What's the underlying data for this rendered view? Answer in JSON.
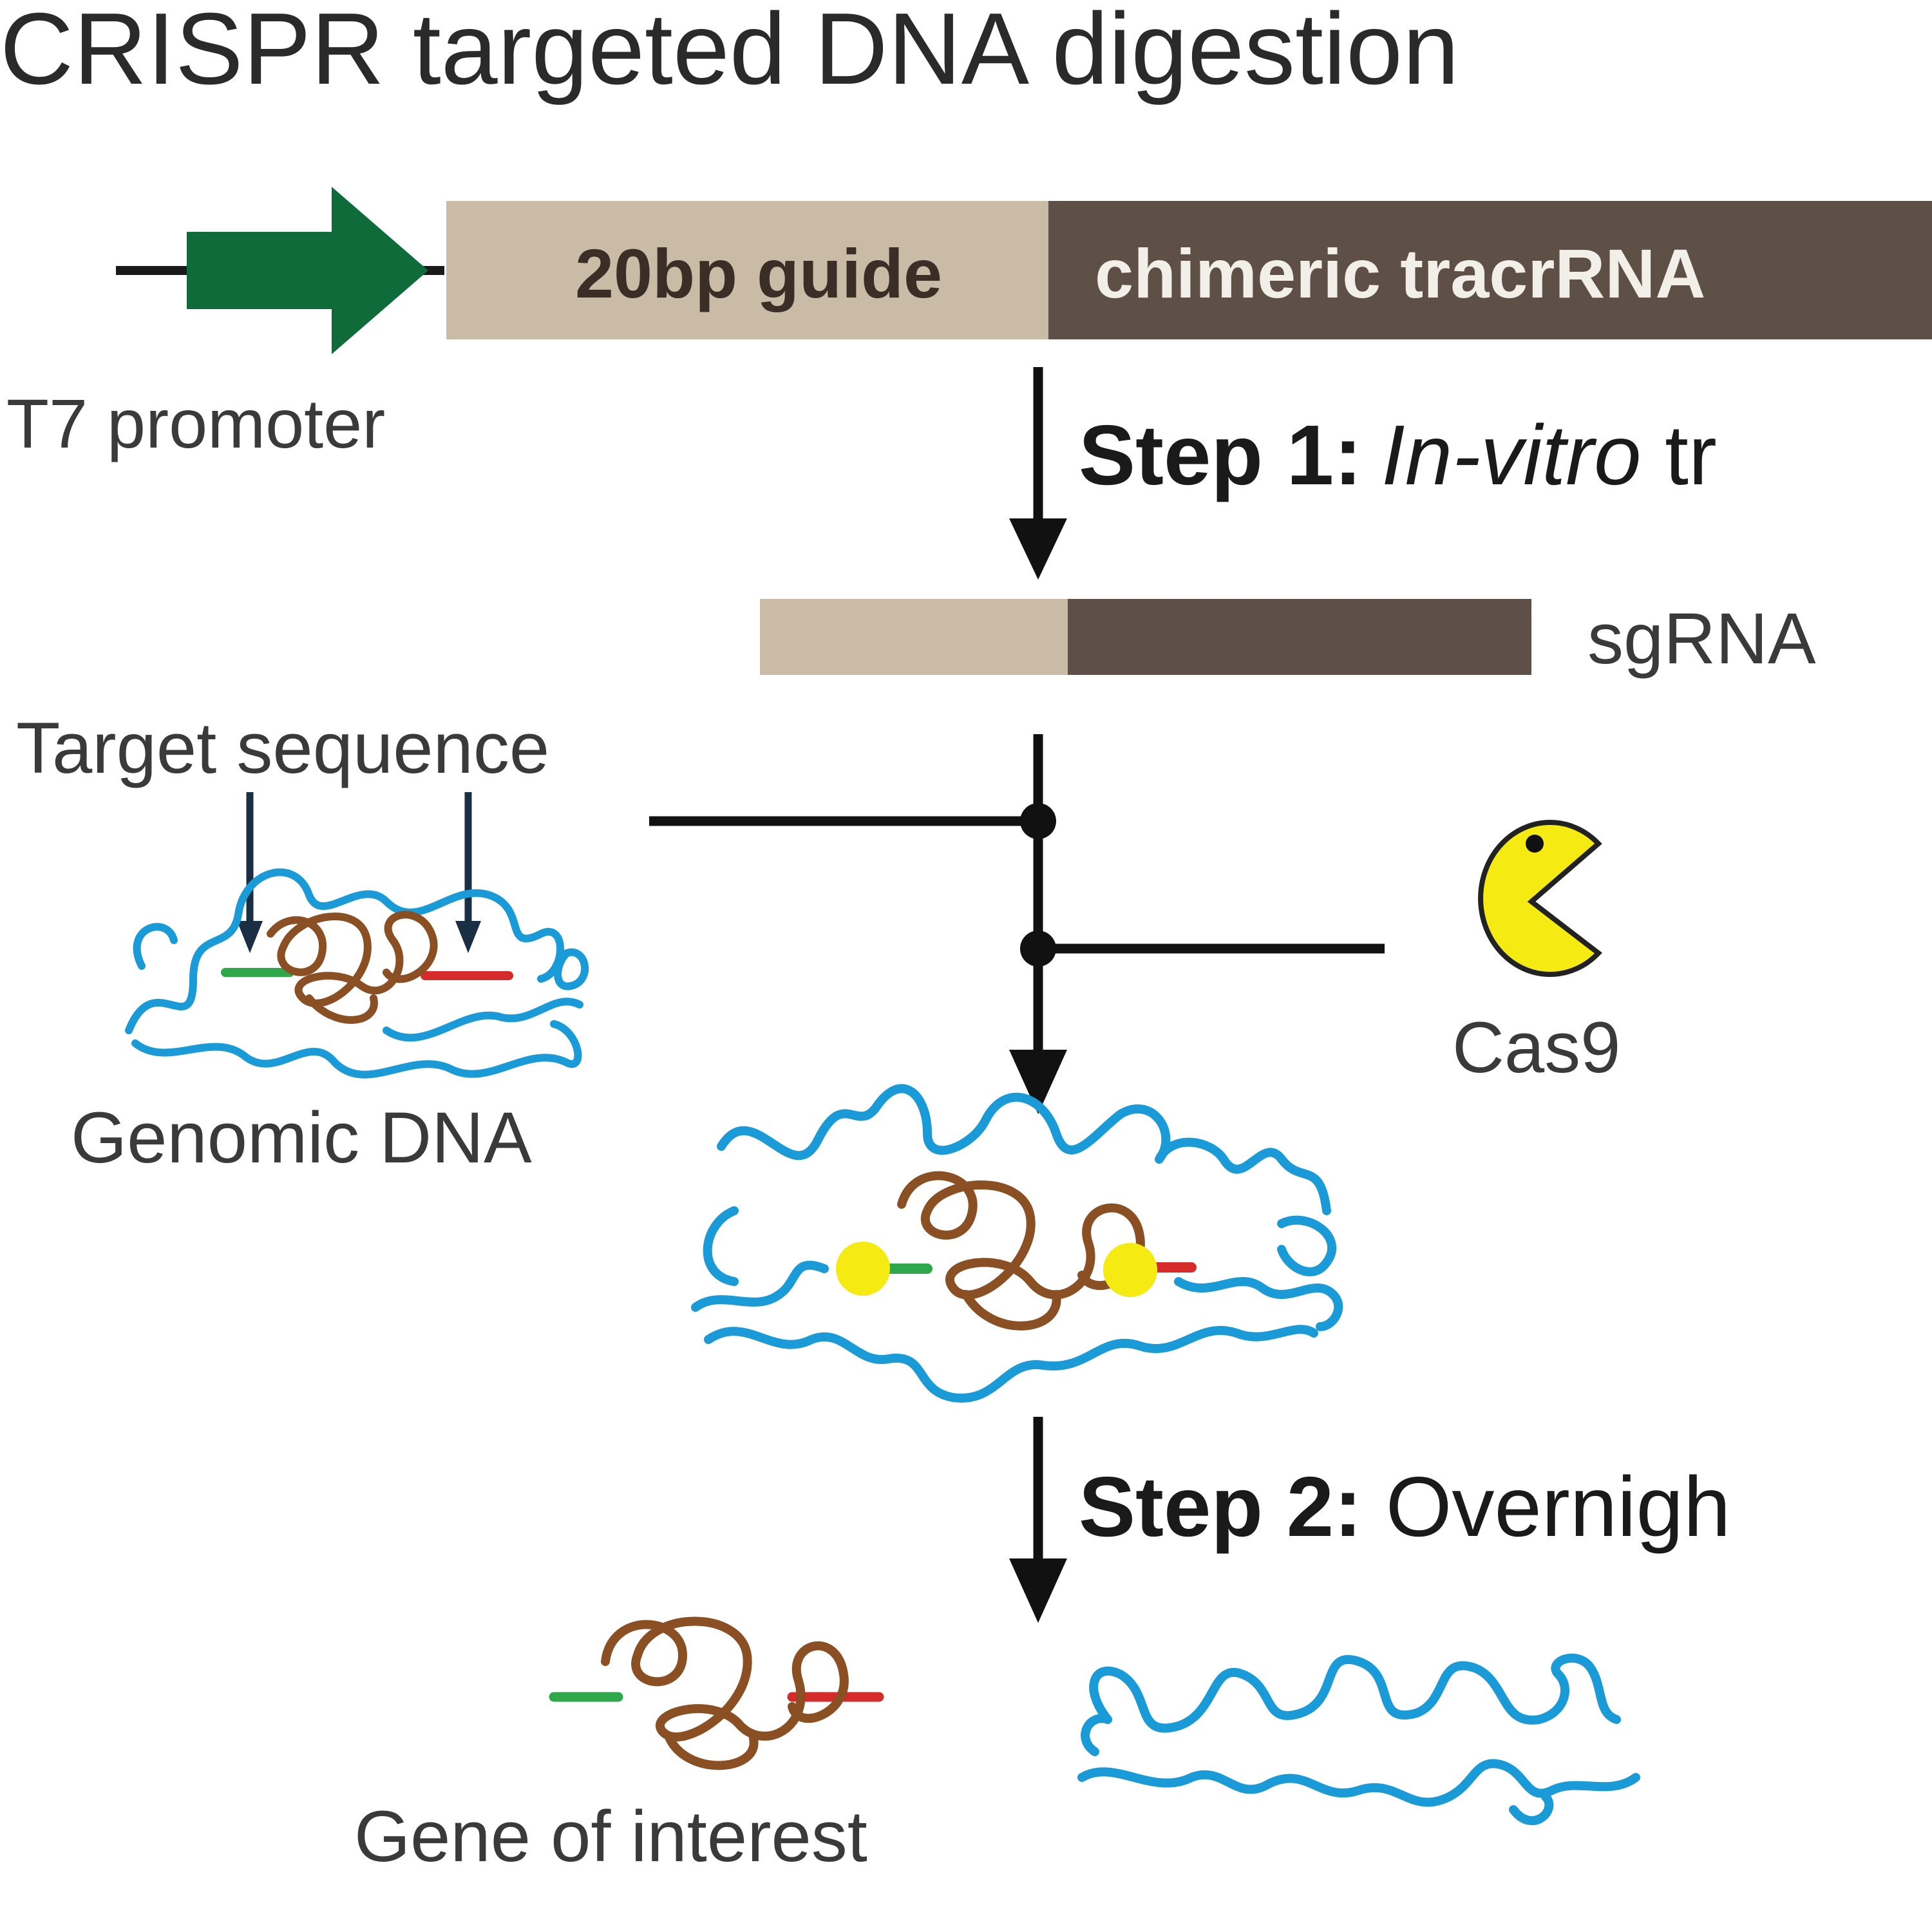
{
  "title": "CRISPR targeted DNA digestion",
  "construct": {
    "promoter_label": "T7 promoter",
    "guide_label": "20bp guide",
    "tracr_label": "chimeric tracrRNA"
  },
  "step1": {
    "prefix": "Step 1:",
    "italic": "In-vitro",
    "rest": " tr"
  },
  "sgrna_label": "sgRNA",
  "target_sequence_label": "Target sequence",
  "genomic_dna_label": "Genomic DNA",
  "cas9_label": "Cas9",
  "step2": {
    "prefix": "Step 2:",
    "rest": " Overnigh"
  },
  "gene_of_interest_label": "Gene of interest",
  "colors": {
    "promoter_green": "#0f6b3a",
    "guide_beige": "#c9bba6",
    "tracr_brown": "#5e5046",
    "dna_blue": "#1a9ad6",
    "gene_brown": "#8a4f22",
    "flank_green": "#2ea84a",
    "flank_red": "#d52b2b",
    "cas9_yellow": "#f5ea12",
    "ink": "#1a1a1a",
    "label_gray": "#3a3a3a"
  },
  "icons": {
    "cas9": "pacman-icon",
    "promoter": "arrow-right-icon"
  }
}
